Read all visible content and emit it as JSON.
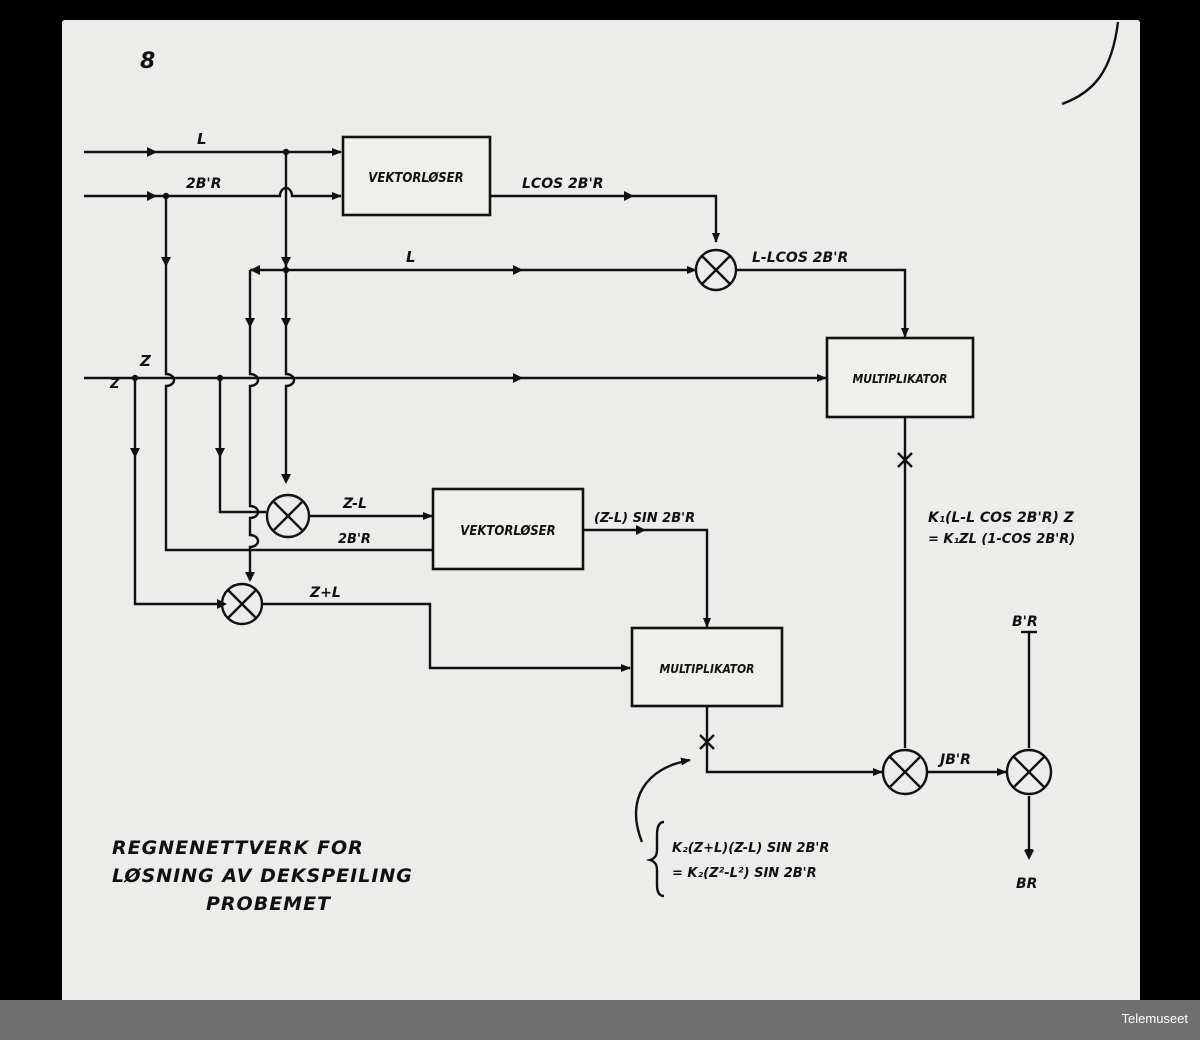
{
  "page_number": "8",
  "boxes": {
    "vektor1": "VEKTORLØSER",
    "vektor2": "VEKTORLØSER",
    "mult1": "MULTIPLIKATOR",
    "mult2": "MULTIPLIKATOR"
  },
  "signals": {
    "L_in": "L",
    "twoBR_in": "2B'R",
    "lcos": "LCOS 2B'R",
    "L_mid": "L",
    "l_minus_lcos": "L-LCOS 2B'R",
    "Z_top": "Z",
    "Z_in": "Z",
    "z_minus_l": "Z-L",
    "twoBR_mid": "2B'R",
    "z_minus_l_sin": "(Z-L) SIN 2B'R",
    "z_plus_l": "Z+L",
    "k1_line1": "K₁(L-L COS 2B'R) Z",
    "k1_line2": "= K₁ZL (1-COS 2B'R)",
    "br_in": "B'R",
    "jbr": "JB'R",
    "br_out": "BR",
    "k2_line1": "K₂(Z+L)(Z-L) SIN 2B'R",
    "k2_line2": "= K₂(Z²-L²) SIN 2B'R"
  },
  "title_lines": [
    "REGNENETTVERK FOR",
    "LØSNING AV DEKSPEILING",
    "PROBEMET"
  ],
  "credit": "Telemuseet"
}
